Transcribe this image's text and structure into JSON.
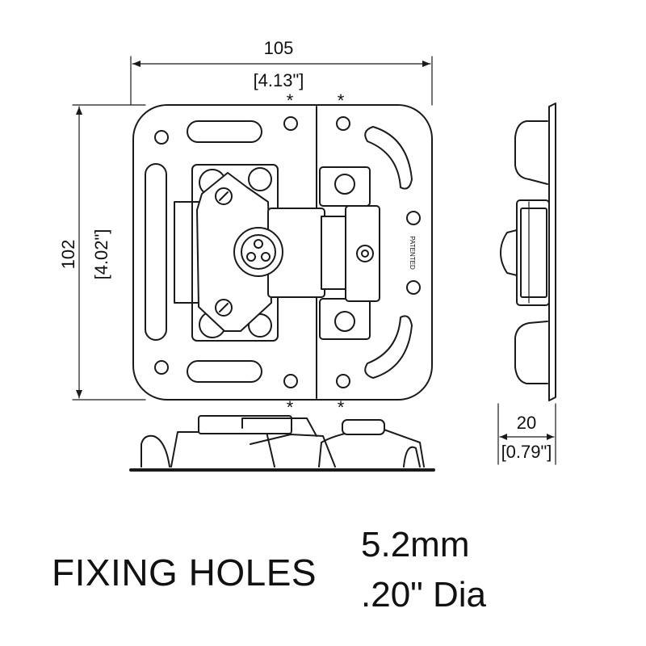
{
  "dimensions": {
    "width_mm": "105",
    "width_in": "[4.13\"]",
    "height_mm": "102",
    "height_in": "[4.02\"]",
    "depth_mm": "20",
    "depth_in": "[0.79\"]"
  },
  "markers": {
    "fixing_hole": "*"
  },
  "plate_text": "PATENTED",
  "caption": {
    "label": "FIXING HOLES",
    "size_mm": "5.2mm",
    "size_in": ".20\" Dia"
  },
  "colors": {
    "line": "#1a1a1a",
    "background": "#ffffff"
  }
}
